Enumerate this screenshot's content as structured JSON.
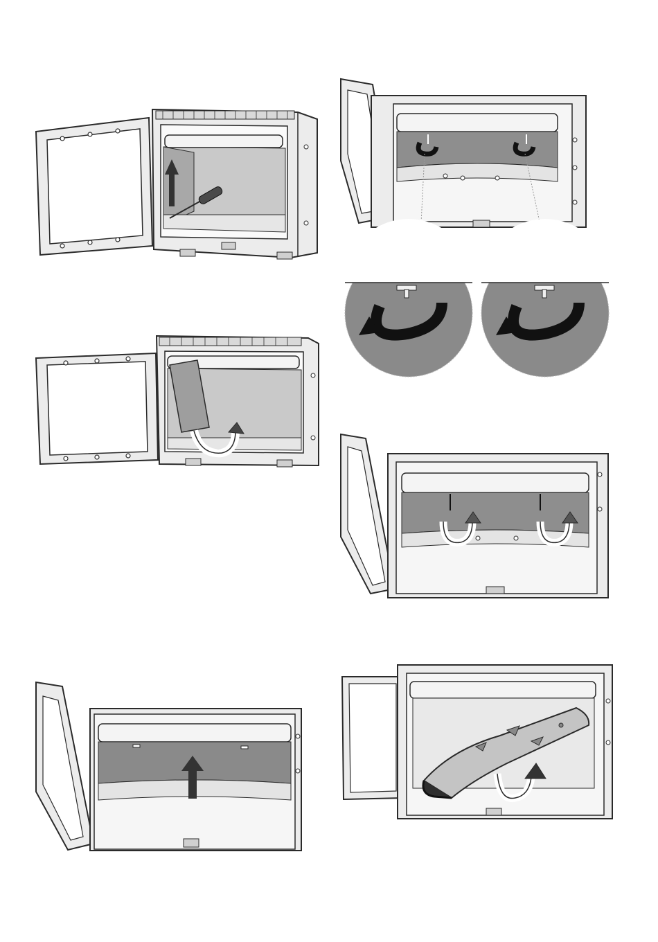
{
  "page": {
    "background": "#ffffff"
  },
  "colors": {
    "line": "#2a2a2a",
    "steel_light": "#ececec",
    "steel_mid": "#c9c9c9",
    "interior_dark": "#8e8e8e",
    "interior_shadow": "#7a7a7a",
    "arrow_fill": "#3a3a3a",
    "baffle_light": "#d4d4d4"
  },
  "figures": [
    {
      "id": "step-1",
      "title": "",
      "icons": [
        "fireplace-insert-icon",
        "screwdriver-icon",
        "arrow-up-icon"
      ]
    },
    {
      "id": "step-2",
      "title": "",
      "icons": [
        "fireplace-insert-icon",
        "panel-tilt-icon",
        "curved-arrow-icon"
      ]
    },
    {
      "id": "step-3",
      "title": "",
      "icons": [
        "fireplace-insert-icon",
        "hook-rotate-icon",
        "magnifier-circle-icon"
      ]
    },
    {
      "id": "step-4",
      "title": "",
      "icons": [
        "fireplace-insert-icon",
        "curved-arrow-icon"
      ]
    },
    {
      "id": "step-5",
      "title": "",
      "icons": [
        "fireplace-insert-icon",
        "arrow-up-icon"
      ]
    },
    {
      "id": "step-6",
      "title": "",
      "icons": [
        "fireplace-insert-icon",
        "baffle-plate-icon",
        "curved-arrow-icon"
      ]
    }
  ]
}
